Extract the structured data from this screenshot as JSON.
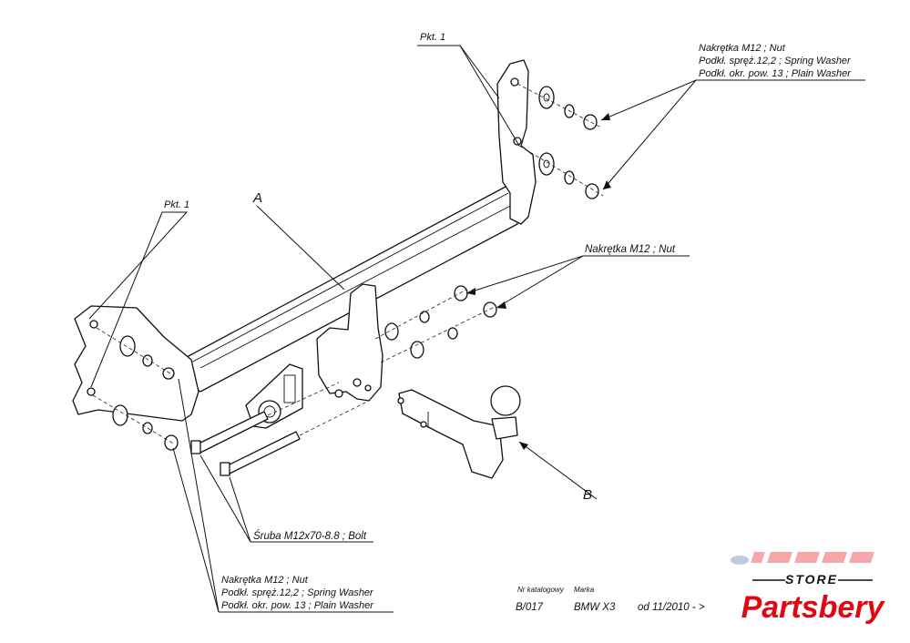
{
  "callouts": {
    "pkt1_top": "Pkt. 1",
    "pkt1_left": "Pkt. 1",
    "part_a": "A",
    "part_b": "B",
    "top_right": [
      "Nakrętka  M12 ; Nut",
      "Podkł. spręż.12,2 ; Spring Washer",
      "Podkł. okr. pow. 13 ; Plain Washer"
    ],
    "mid_right": "Nakrętka  M12 ; Nut",
    "bolt": "Śruba M12x70-8.8 ;  Bolt",
    "bottom_left": [
      "Nakrętka  M12 ; Nut",
      "Podkł. spręż.12,2 ; Spring Washer",
      "Podkł. okr. pow. 13 ; Plain Washer"
    ]
  },
  "title_block": {
    "catalog_label": "Nr katalogowy",
    "brand_label": "Marka",
    "catalog_number": "B/017",
    "model": "BMW X3",
    "date_range": "od  11/2010 - >"
  },
  "logo": {
    "store": "STORE",
    "brand": "Partsbery",
    "brand_color": "#e30613",
    "ink_color": "#111111"
  }
}
